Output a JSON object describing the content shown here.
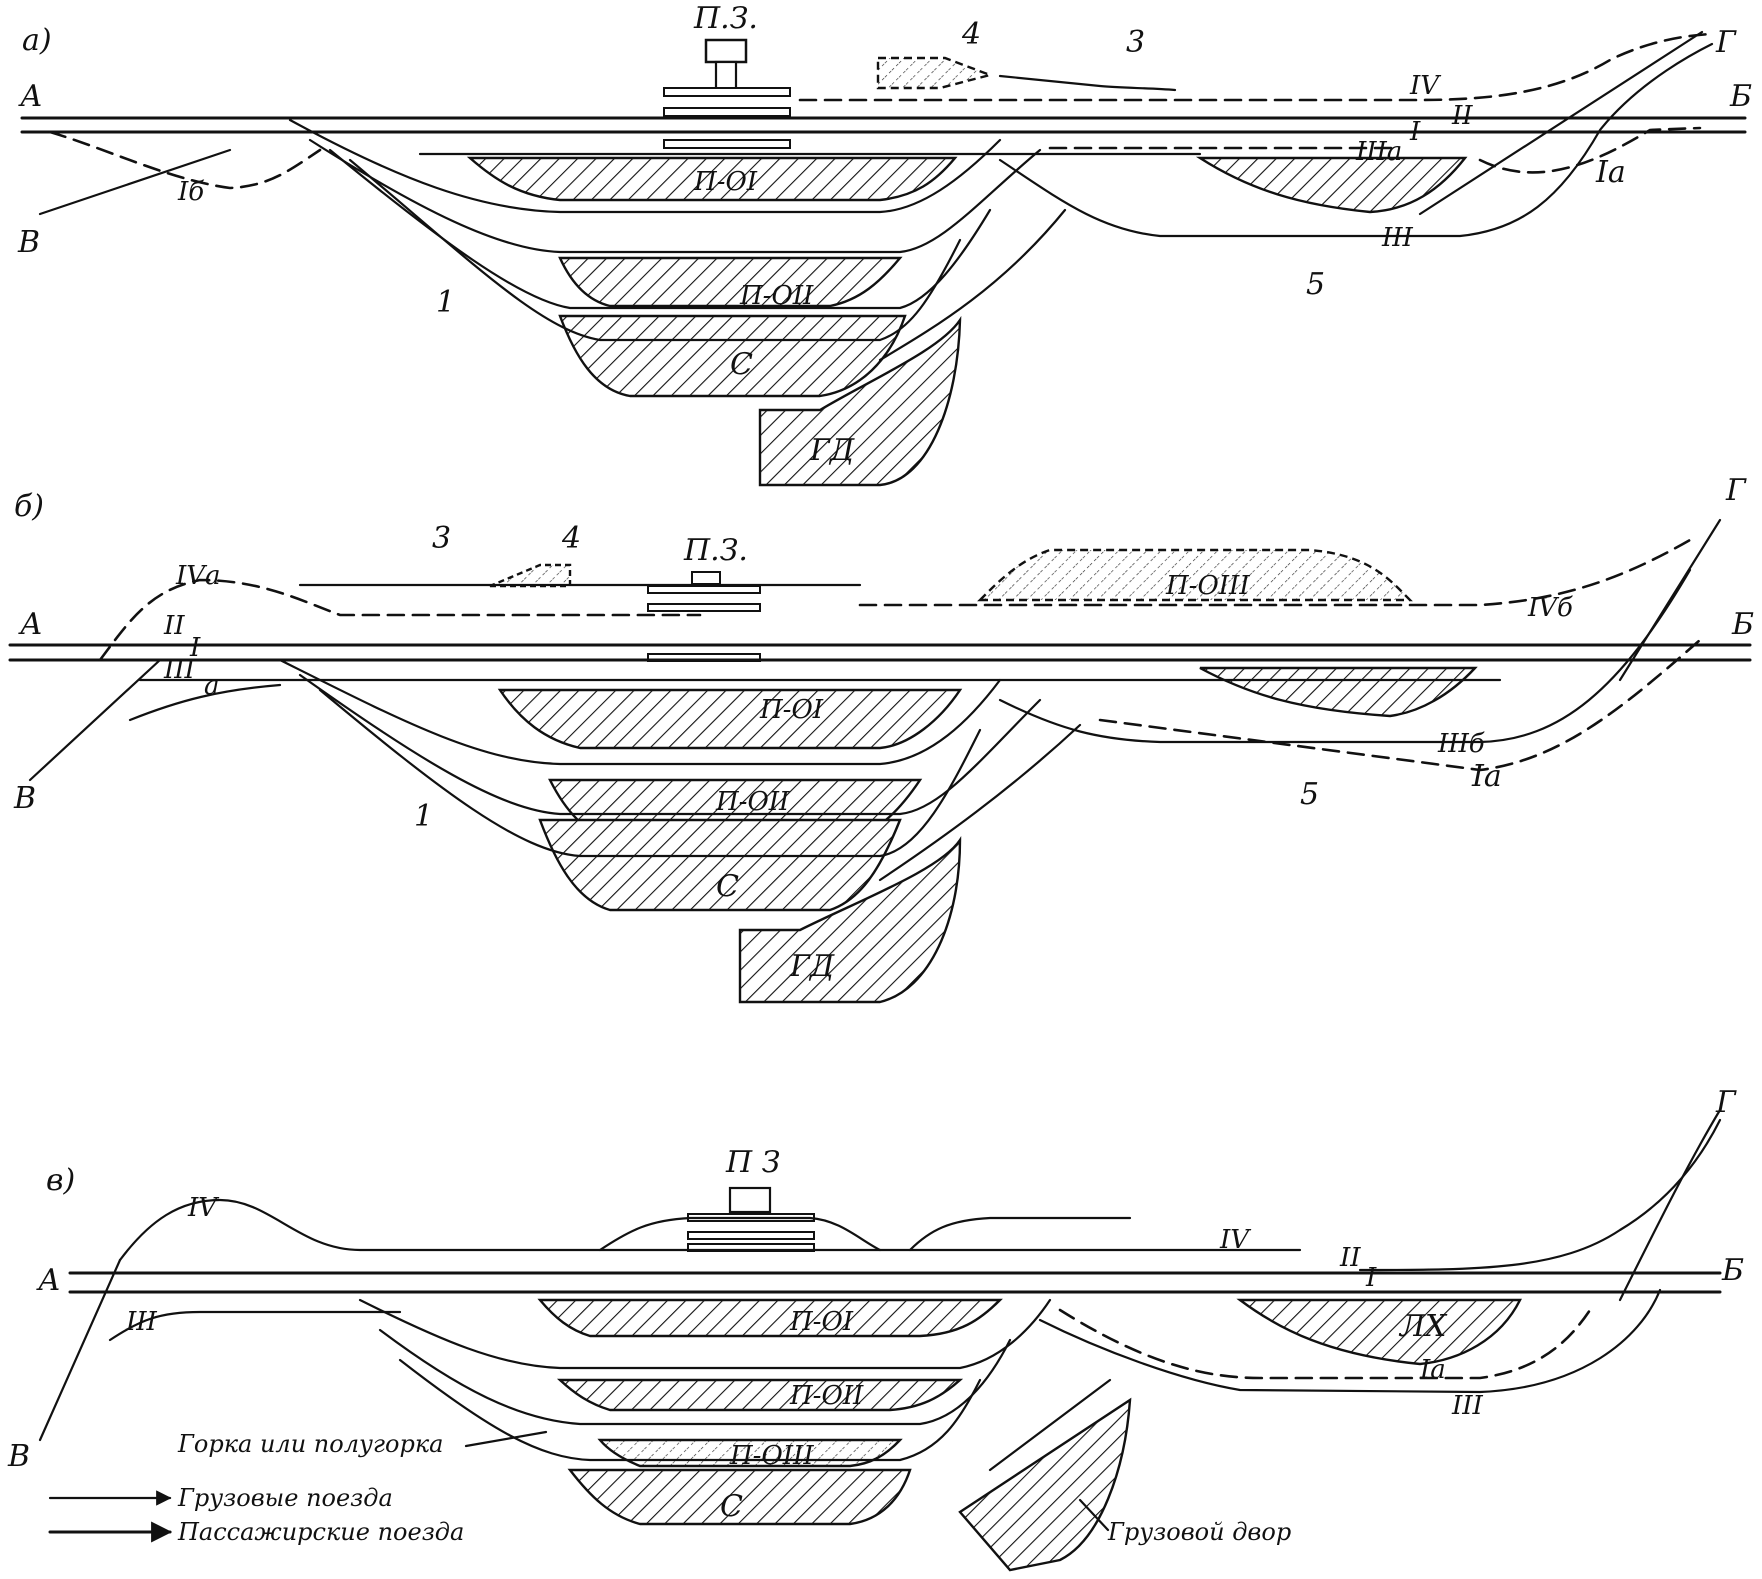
{
  "panels": [
    {
      "id": "a",
      "letter": "а)",
      "ends": {
        "left_top": "А",
        "left_bottom": "В",
        "right_top": "Б",
        "right_diag": "Г"
      },
      "station_building": "П.З.",
      "yards": {
        "p1": "П-ОI",
        "p2": "П-ОII",
        "sort": "С",
        "freight": "ГД"
      },
      "track_labels": {
        "t4": "IV",
        "t2": "II",
        "t1": "I",
        "t3a": "IIIа",
        "t3": "III",
        "t1a": "Iа",
        "t1b": "Iб"
      },
      "numbers": {
        "n1": "1",
        "n3": "3",
        "n4": "4",
        "n5": "5"
      }
    },
    {
      "id": "b",
      "letter": "б)",
      "ends": {
        "left_top": "А",
        "left_bottom": "В",
        "right_top": "Б",
        "right_diag": "Г"
      },
      "station_building": "П.З.",
      "yards": {
        "p1": "П-ОI",
        "p2": "П-ОII",
        "p3": "П-ОIII",
        "sort": "С",
        "freight": "ГД"
      },
      "track_labels": {
        "t4a": "IVа",
        "t4b": "IVб",
        "t2": "II",
        "t1": "I",
        "t3": "III",
        "t3a": "а",
        "t3b": "IIIб",
        "t1a": "Iа"
      },
      "numbers": {
        "n1": "1",
        "n3": "3",
        "n4": "4",
        "n5": "5"
      }
    },
    {
      "id": "c",
      "letter": "в)",
      "ends": {
        "left_top": "А",
        "left_bottom": "В",
        "right_top": "Б",
        "right_diag": "Г"
      },
      "station_building": "П З",
      "yards": {
        "p1": "П-ОI",
        "p2": "П-ОII",
        "p3": "П-ОIII",
        "sort": "С",
        "px": "ЛХ"
      },
      "track_labels": {
        "t4l": "IV",
        "t4r": "IV",
        "t3l": "III",
        "t2": "II",
        "t1": "I",
        "t1a": "Iа",
        "t3r": "III"
      },
      "callouts": {
        "hump": "Горка или полугорка",
        "freight_yard": "Грузовой двор"
      },
      "legend": {
        "freight_trains": "Грузовые поезда",
        "passenger_trains": "Пассажирские поезда"
      }
    }
  ]
}
